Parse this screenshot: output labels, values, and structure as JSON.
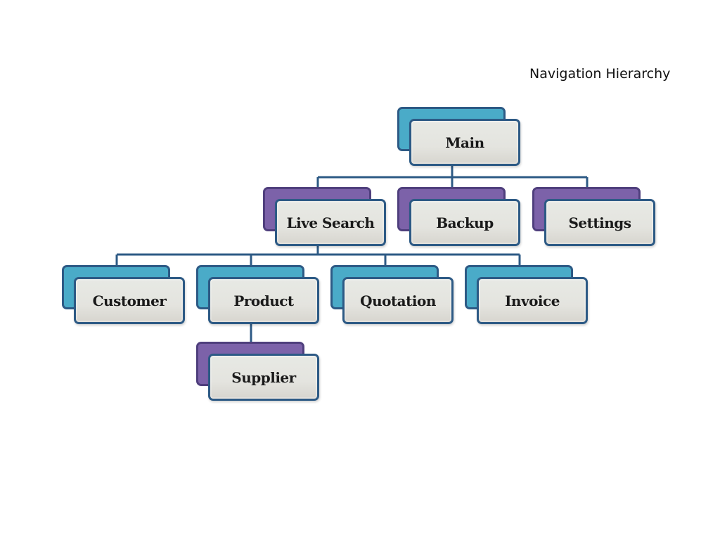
{
  "title": "Navigation Hierarchy",
  "nodes": {
    "main": "Main",
    "live_search": "Live Search",
    "backup": "Backup",
    "settings": "Settings",
    "customer": "Customer",
    "product": "Product",
    "quotation": "Quotation",
    "invoice": "Invoice",
    "supplier": "Supplier"
  },
  "colors": {
    "level_teal": "#4aabc8",
    "level_purple": "#7c62a9",
    "border": "#2d5a85",
    "card": "#e4e4df"
  }
}
